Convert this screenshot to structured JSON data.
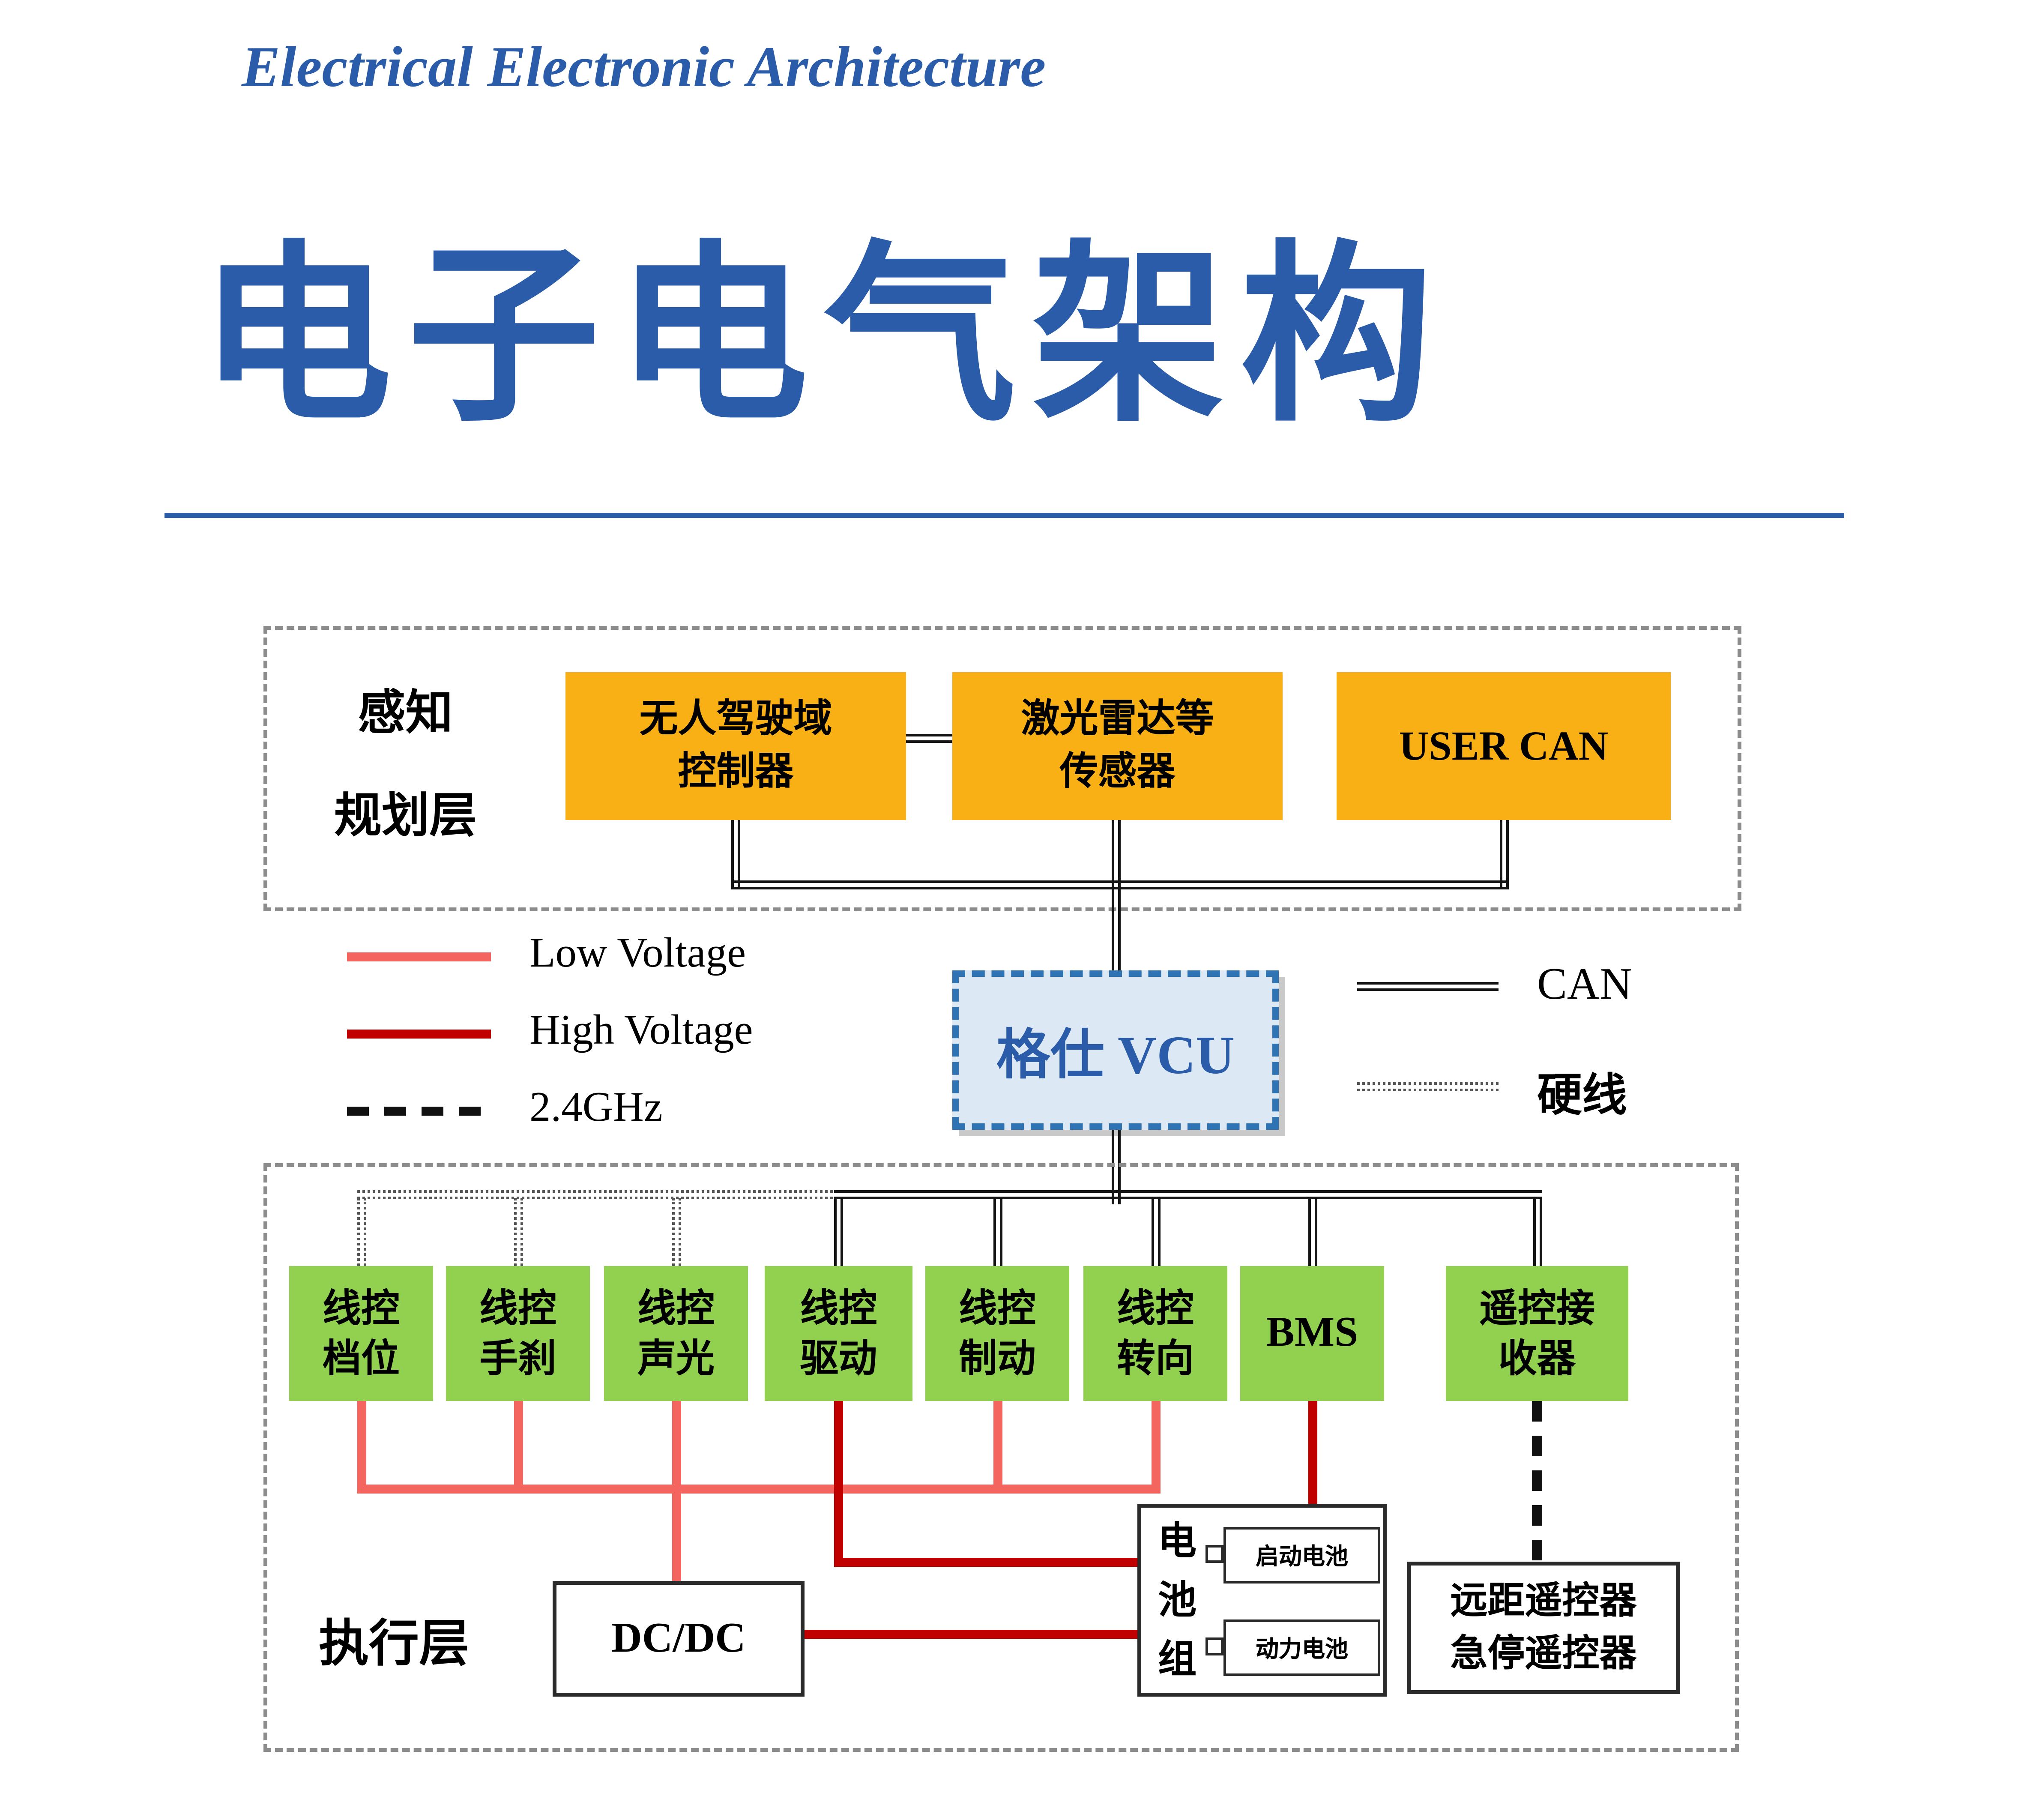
{
  "header": {
    "subtitle": "Electrical Electronic Architecture",
    "title": "电子电气架构"
  },
  "perception_layer": {
    "label_line1": "感知",
    "label_line2": "规划层",
    "controller": {
      "line1": "无人驾驶域",
      "line2": "控制器"
    },
    "sensors": {
      "line1": "激光雷达等",
      "line2": "传感器"
    },
    "user_can": {
      "label": "USER CAN"
    }
  },
  "legend": {
    "low_voltage": "Low Voltage",
    "high_voltage": "High Voltage",
    "wireless": "2.4GHz",
    "can": "CAN",
    "hard_wire": "硬线"
  },
  "vcu": {
    "label": "格仕 VCU"
  },
  "execution_layer": {
    "label": "执行层",
    "boxes": [
      {
        "line1": "线控",
        "line2": "档位"
      },
      {
        "line1": "线控",
        "line2": "手刹"
      },
      {
        "line1": "线控",
        "line2": "声光"
      },
      {
        "line1": "线控",
        "line2": "驱动"
      },
      {
        "line1": "线控",
        "line2": "制动"
      },
      {
        "line1": "线控",
        "line2": "转向"
      },
      {
        "line1": "BMS"
      },
      {
        "line1": "遥控接",
        "line2": "收器"
      }
    ],
    "dcdc": "DC/DC",
    "battery": {
      "char1": "电",
      "char2": "池",
      "char3": "组",
      "cell1": "启动电池",
      "cell2": "动力电池"
    },
    "remote": {
      "line1": "远距遥控器",
      "line2": "急停遥控器"
    }
  },
  "colors": {
    "title_blue": "#2a5caa",
    "orange_box": "#f9b014",
    "green_box": "#92d050",
    "low_voltage_line": "#f4655f",
    "high_voltage_line": "#c00000",
    "vcu_fill": "#dce9f5",
    "vcu_border": "#2e74b5"
  }
}
